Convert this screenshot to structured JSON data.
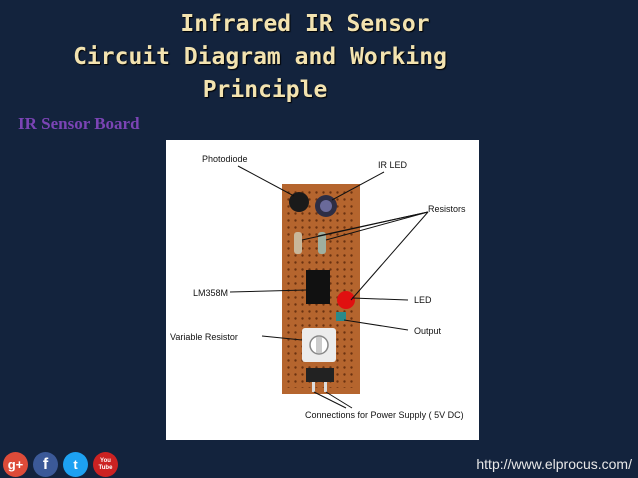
{
  "slide": {
    "title_line1": "Infrared IR Sensor",
    "title_line2": "Circuit Diagram and Working",
    "title_line3": "Principle",
    "subtitle": "IR Sensor Board"
  },
  "diagram": {
    "labels": {
      "photodiode": "Photodiode",
      "ir_led": "IR LED",
      "resistors": "Resistors",
      "lm358m": "LM358M",
      "led": "LED",
      "variable_resistor": "Variable Resistor",
      "output": "Output",
      "power": "Connections for Power Supply  ( 5V DC)"
    }
  },
  "footer": {
    "icons": [
      {
        "name": "google-plus-icon",
        "glyph": "g+",
        "color": "#dd4b39"
      },
      {
        "name": "facebook-icon",
        "glyph": "f",
        "color": "#3b5998"
      },
      {
        "name": "twitter-icon",
        "glyph": "t",
        "color": "#1da1f2"
      },
      {
        "name": "youtube-icon",
        "glyph": "You Tube",
        "color": "#cc2222"
      }
    ],
    "url": "http://www.elprocus.com/"
  }
}
